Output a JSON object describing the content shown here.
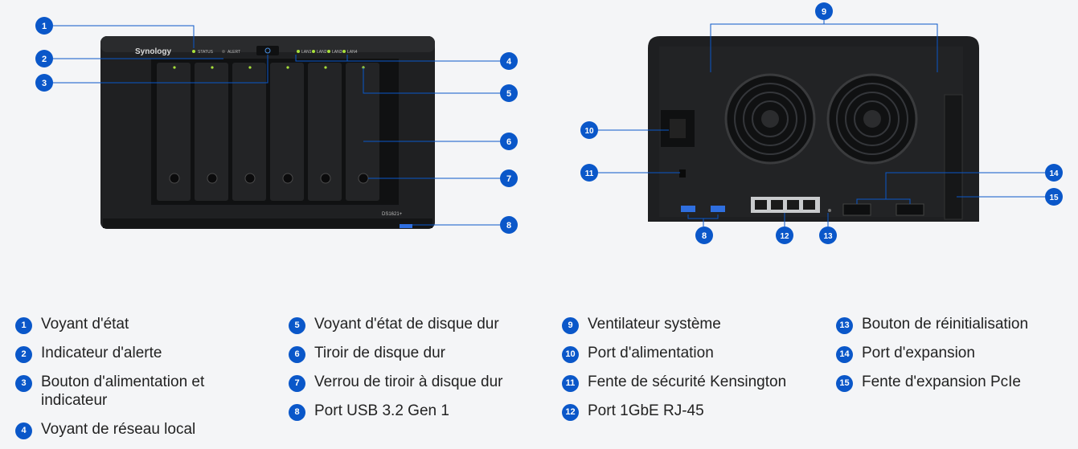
{
  "front": {
    "brand": "Synology",
    "status_led_label": "STATUS",
    "alert_led_label": "ALERT",
    "lan_labels": [
      "LAN1",
      "LAN2",
      "LAN3",
      "LAN4"
    ],
    "model": "DS1621+"
  },
  "callouts": {
    "front": [
      "1",
      "2",
      "3",
      "4",
      "5",
      "6",
      "7",
      "8"
    ],
    "back": [
      "9",
      "10",
      "11",
      "12",
      "13",
      "14",
      "15",
      "8"
    ]
  },
  "legend": [
    {
      "num": "1",
      "label": "Voyant d'état"
    },
    {
      "num": "2",
      "label": "Indicateur d'alerte"
    },
    {
      "num": "3",
      "label": "Bouton d'alimentation et indicateur"
    },
    {
      "num": "4",
      "label": "Voyant de réseau local"
    },
    {
      "num": "5",
      "label": "Voyant d'état de disque dur"
    },
    {
      "num": "6",
      "label": "Tiroir de disque dur"
    },
    {
      "num": "7",
      "label": "Verrou de tiroir à disque dur"
    },
    {
      "num": "8",
      "label": "Port USB 3.2 Gen 1"
    },
    {
      "num": "9",
      "label": "Ventilateur système"
    },
    {
      "num": "10",
      "label": "Port d'alimentation"
    },
    {
      "num": "11",
      "label": "Fente de sécurité Kensington"
    },
    {
      "num": "12",
      "label": "Port 1GbE RJ-45"
    },
    {
      "num": "13",
      "label": "Bouton de réinitialisation"
    },
    {
      "num": "14",
      "label": "Port d'expansion"
    },
    {
      "num": "15",
      "label": "Fente d'expansion PcIe"
    }
  ],
  "colors": {
    "badge": "#0a57c9",
    "device": "#1a1b1d",
    "led_green": "#a9e23a",
    "usb_blue": "#2f6fe0"
  }
}
